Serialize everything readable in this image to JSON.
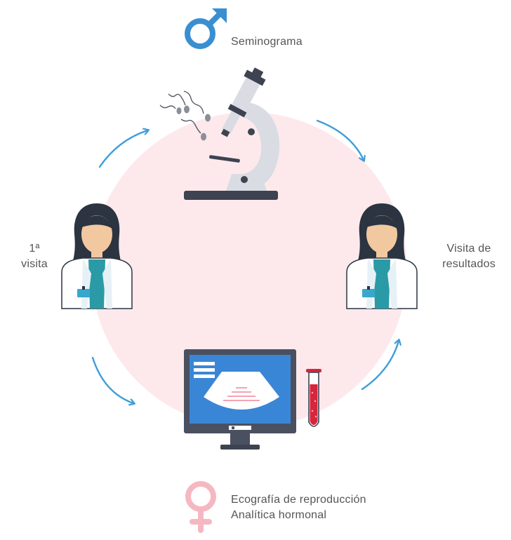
{
  "labels": {
    "male_step": "Seminograma",
    "first_visit_line1": "1ª",
    "first_visit_line2": "visita",
    "results_visit_line1": "Visita de",
    "results_visit_line2": "resultados",
    "female_step_line1": "Ecografía de reproducción",
    "female_step_line2": "Analítica hormonal"
  },
  "colors": {
    "male_symbol": "#3a8fd0",
    "female_symbol": "#f5b8c2",
    "circle": "#fde9ec",
    "arrows": "#3f9ed8",
    "doctor_hair": "#2b3440",
    "doctor_skin": "#f2c8a0",
    "doctor_scrub": "#2a9aa6",
    "screen": "#3a86d6",
    "monitor_frame": "#4a5060",
    "microscope_dark": "#3d4350",
    "microscope_light": "#d9dce2",
    "blood": "#d8253d"
  },
  "icons": {
    "male": "male-symbol-icon",
    "female": "female-symbol-icon",
    "microscope": "microscope-icon",
    "doctor": "doctor-icon",
    "monitor": "ultrasound-monitor-icon",
    "tube": "blood-test-tube-icon"
  }
}
